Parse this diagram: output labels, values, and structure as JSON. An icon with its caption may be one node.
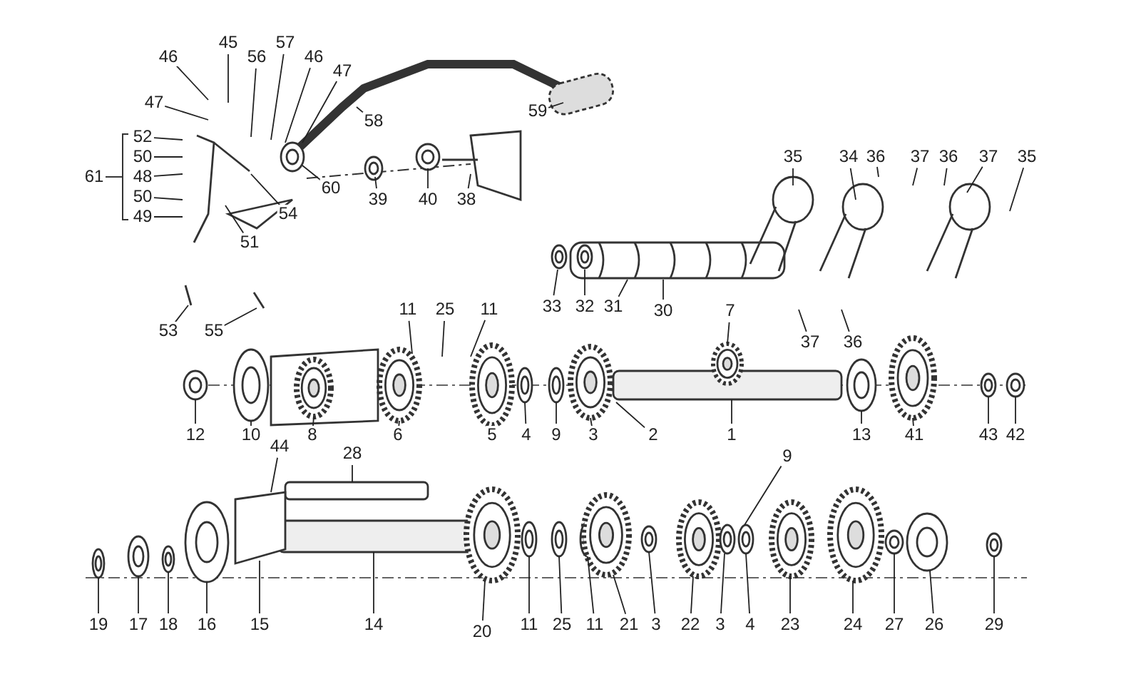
{
  "diagram": {
    "nodes": [
      {
        "text": [
          "46"
        ]
      },
      {
        "text": [
          "47"
        ]
      },
      {
        "text": [
          "45"
        ]
      },
      {
        "text": [
          "56"
        ]
      },
      {
        "text": [
          "57"
        ]
      },
      {
        "text": [
          "46"
        ]
      },
      {
        "text": [
          "47"
        ]
      },
      {
        "text": [
          "58"
        ]
      },
      {
        "text": [
          "52"
        ]
      },
      {
        "text": [
          "50"
        ]
      },
      {
        "text": [
          "48"
        ]
      },
      {
        "text": [
          "50"
        ]
      },
      {
        "text": [
          "49"
        ]
      },
      {
        "text": [
          "51"
        ]
      },
      {
        "text": [
          "54"
        ]
      },
      {
        "text": [
          "60"
        ]
      },
      {
        "text": [
          "59"
        ]
      },
      {
        "text": [
          "39"
        ]
      },
      {
        "text": [
          "40"
        ]
      },
      {
        "text": [
          "38"
        ]
      },
      {
        "text": [
          "35"
        ]
      },
      {
        "text": [
          "34"
        ]
      },
      {
        "text": [
          "36"
        ]
      },
      {
        "text": [
          "37"
        ]
      },
      {
        "text": [
          "36"
        ]
      },
      {
        "text": [
          "37"
        ]
      },
      {
        "text": [
          "35"
        ]
      },
      {
        "text": [
          "53"
        ]
      },
      {
        "text": [
          "55"
        ]
      },
      {
        "text": [
          "33"
        ]
      },
      {
        "text": [
          "32"
        ]
      },
      {
        "text": [
          "31"
        ]
      },
      {
        "text": [
          "30"
        ]
      },
      {
        "text": [
          "7"
        ]
      },
      {
        "text": [
          "37"
        ]
      },
      {
        "text": [
          "36"
        ]
      },
      {
        "text": [
          "11"
        ]
      },
      {
        "text": [
          "25"
        ]
      },
      {
        "text": [
          "11"
        ]
      },
      {
        "text": [
          "12"
        ]
      },
      {
        "text": [
          "10"
        ]
      },
      {
        "text": [
          "8"
        ]
      },
      {
        "text": [
          "6"
        ]
      },
      {
        "text": [
          "5"
        ]
      },
      {
        "text": [
          "4"
        ]
      },
      {
        "text": [
          "9"
        ]
      },
      {
        "text": [
          "3"
        ]
      },
      {
        "text": [
          "2"
        ]
      },
      {
        "text": [
          "1"
        ]
      },
      {
        "text": [
          "13"
        ]
      },
      {
        "text": [
          "41"
        ]
      },
      {
        "text": [
          "43"
        ]
      },
      {
        "text": [
          "42"
        ]
      },
      {
        "text": [
          "44"
        ]
      },
      {
        "text": [
          "28"
        ]
      },
      {
        "text": [
          "9"
        ]
      },
      {
        "text": [
          "19"
        ]
      },
      {
        "text": [
          "17"
        ]
      },
      {
        "text": [
          "18"
        ]
      },
      {
        "text": [
          "16"
        ]
      },
      {
        "text": [
          "15"
        ]
      },
      {
        "text": [
          "14"
        ]
      },
      {
        "text": [
          "20"
        ]
      },
      {
        "text": [
          "11"
        ]
      },
      {
        "text": [
          "25"
        ]
      },
      {
        "text": [
          "11"
        ]
      },
      {
        "text": [
          "21"
        ]
      },
      {
        "text": [
          "3"
        ]
      },
      {
        "text": [
          "22"
        ]
      },
      {
        "text": [
          "3"
        ]
      },
      {
        "text": [
          "4"
        ]
      },
      {
        "text": [
          "23"
        ]
      },
      {
        "text": [
          "24"
        ]
      },
      {
        "text": [
          "27"
        ]
      },
      {
        "text": [
          "26"
        ]
      },
      {
        "text": [
          "29"
        ]
      },
      {
        "text": [
          "61"
        ]
      },
      {
        "text": [],
        "shape": "bracket"
      }
    ],
    "edges": [
      {
        "from": 0,
        "to": null,
        "arrow": "none"
      },
      {
        "from": 1,
        "to": null,
        "arrow": "none"
      },
      {
        "from": 2,
        "to": null,
        "arrow": "none"
      },
      {
        "from": 3,
        "to": null,
        "arrow": "none"
      },
      {
        "from": 4,
        "to": null,
        "arrow": "none"
      },
      {
        "from": 5,
        "to": null,
        "arrow": "none"
      },
      {
        "from": 6,
        "to": null,
        "arrow": "none"
      },
      {
        "from": 7,
        "to": null,
        "arrow": "none"
      },
      {
        "from": 8,
        "to": null,
        "arrow": "none"
      },
      {
        "from": 9,
        "to": null,
        "arrow": "none"
      },
      {
        "from": 10,
        "to": null,
        "arrow": "none"
      },
      {
        "from": 11,
        "to": null,
        "arrow": "none"
      },
      {
        "from": 12,
        "to": null,
        "arrow": "none"
      },
      {
        "from": 13,
        "to": null,
        "arrow": "none"
      },
      {
        "from": 14,
        "to": null,
        "arrow": "none"
      },
      {
        "from": 15,
        "to": null,
        "arrow": "none"
      },
      {
        "from": 16,
        "to": null,
        "arrow": "none"
      },
      {
        "from": 17,
        "to": null,
        "arrow": "none"
      },
      {
        "from": 18,
        "to": null,
        "arrow": "none"
      },
      {
        "from": 19,
        "to": null,
        "arrow": "none"
      },
      {
        "from": 20,
        "to": null,
        "arrow": "none"
      },
      {
        "from": 21,
        "to": null,
        "arrow": "none"
      },
      {
        "from": 22,
        "to": null,
        "arrow": "none"
      },
      {
        "from": 23,
        "to": null,
        "arrow": "none"
      },
      {
        "from": 24,
        "to": null,
        "arrow": "none"
      },
      {
        "from": 25,
        "to": null,
        "arrow": "none"
      },
      {
        "from": 26,
        "to": null,
        "arrow": "none"
      },
      {
        "from": 27,
        "to": null,
        "arrow": "none"
      },
      {
        "from": 28,
        "to": null,
        "arrow": "none"
      },
      {
        "from": 29,
        "to": null,
        "arrow": "none"
      },
      {
        "from": 30,
        "to": null,
        "arrow": "none"
      },
      {
        "from": 31,
        "to": null,
        "arrow": "none"
      },
      {
        "from": 32,
        "to": null,
        "arrow": "none"
      },
      {
        "from": 33,
        "to": null,
        "arrow": "none"
      },
      {
        "from": 34,
        "to": null,
        "arrow": "none"
      },
      {
        "from": 35,
        "to": null,
        "arrow": "none"
      },
      {
        "from": 36,
        "to": null,
        "arrow": "none"
      },
      {
        "from": 37,
        "to": null,
        "arrow": "none"
      },
      {
        "from": 38,
        "to": null,
        "arrow": "none"
      },
      {
        "from": 39,
        "to": null,
        "arrow": "none"
      },
      {
        "from": 40,
        "to": null,
        "arrow": "none"
      },
      {
        "from": 41,
        "to": null,
        "arrow": "none"
      },
      {
        "from": 42,
        "to": null,
        "arrow": "none"
      },
      {
        "from": 43,
        "to": null,
        "arrow": "none"
      },
      {
        "from": 44,
        "to": null,
        "arrow": "none"
      },
      {
        "from": 45,
        "to": null,
        "arrow": "none"
      },
      {
        "from": 46,
        "to": null,
        "arrow": "none"
      },
      {
        "from": 47,
        "to": null,
        "arrow": "none"
      },
      {
        "from": 48,
        "to": null,
        "arrow": "none"
      },
      {
        "from": 49,
        "to": null,
        "arrow": "none"
      },
      {
        "from": 50,
        "to": null,
        "arrow": "none"
      },
      {
        "from": 51,
        "to": null,
        "arrow": "none"
      },
      {
        "from": 52,
        "to": null,
        "arrow": "none"
      },
      {
        "from": 53,
        "to": null,
        "arrow": "none"
      },
      {
        "from": 54,
        "to": null,
        "arrow": "none"
      },
      {
        "from": 55,
        "to": null,
        "arrow": "none"
      },
      {
        "from": 56,
        "to": null,
        "arrow": "none"
      },
      {
        "from": 57,
        "to": null,
        "arrow": "none"
      },
      {
        "from": 58,
        "to": null,
        "arrow": "none"
      },
      {
        "from": 59,
        "to": null,
        "arrow": "none"
      },
      {
        "from": 60,
        "to": null,
        "arrow": "none"
      },
      {
        "from": 61,
        "to": null,
        "arrow": "none"
      },
      {
        "from": 62,
        "to": null,
        "arrow": "none"
      },
      {
        "from": 63,
        "to": null,
        "arrow": "none"
      },
      {
        "from": 64,
        "to": null,
        "arrow": "none"
      },
      {
        "from": 65,
        "to": null,
        "arrow": "none"
      },
      {
        "from": 66,
        "to": null,
        "arrow": "none"
      },
      {
        "from": 67,
        "to": null,
        "arrow": "none"
      },
      {
        "from": 68,
        "to": null,
        "arrow": "none"
      },
      {
        "from": 69,
        "to": null,
        "arrow": "none"
      },
      {
        "from": 70,
        "to": null,
        "arrow": "none"
      },
      {
        "from": 71,
        "to": null,
        "arrow": "none"
      },
      {
        "from": 72,
        "to": null,
        "arrow": "none"
      },
      {
        "from": 73,
        "to": null,
        "arrow": "none"
      },
      {
        "from": 74,
        "to": null,
        "arrow": "none"
      },
      {
        "from": 75,
        "to": null,
        "arrow": "none"
      },
      {
        "from": 76,
        "to": 77,
        "arrow": "none"
      }
    ]
  }
}
